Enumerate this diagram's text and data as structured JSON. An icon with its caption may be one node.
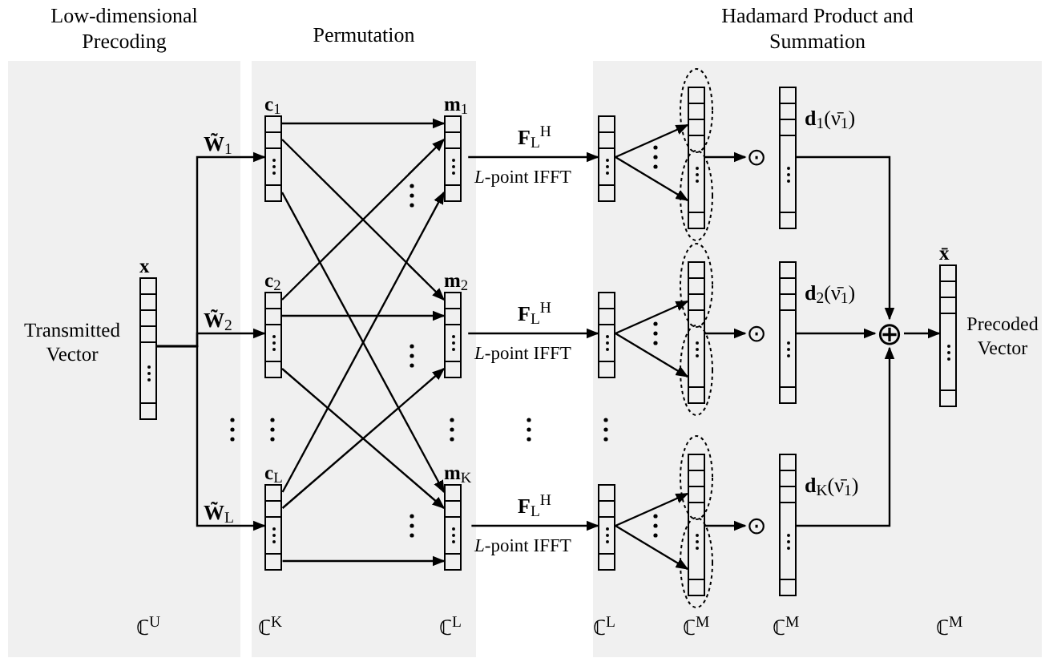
{
  "diagram": {
    "nodes": [
      {
        "text": [
          "Low-dimensional Precoding"
        ]
      },
      {
        "text": [
          "x"
        ],
        "in": 0,
        "beside": [
          "Transmitted Vector"
        ]
      },
      {
        "text": [
          "Permutation"
        ]
      },
      {
        "text": [
          "**c**$_{1}$"
        ],
        "in": 2
      },
      {
        "text": [
          "**c**$_{2}$"
        ],
        "in": 2
      },
      {
        "text": [
          "**c**$_{L}$"
        ],
        "in": 2
      },
      {
        "text": [
          "**m**$_{1}$"
        ],
        "in": 2
      },
      {
        "text": [
          "**m**$_{2}$"
        ],
        "in": 2
      },
      {
        "text": [
          "**m**$_{K}$"
        ],
        "in": 2
      },
      {
        "text": [
          "Hadamard Product and Summation"
        ]
      },
      {
        "text": [],
        "shape": "box",
        "in": 9
      },
      {
        "text": [],
        "shape": "box",
        "in": 9
      },
      {
        "text": [],
        "shape": "box",
        "in": 9
      },
      {
        "text": [],
        "shape": "box",
        "in": 9
      },
      {
        "text": [],
        "shape": "box",
        "in": 9
      },
      {
        "text": [],
        "shape": "box",
        "in": 9
      },
      {
        "text": [
          "⊙"
        ],
        "in": 9
      },
      {
        "text": [
          "⊙"
        ],
        "in": 9
      },
      {
        "text": [
          "⊙"
        ],
        "in": 9
      },
      {
        "text": [],
        "shape": "box",
        "in": 9,
        "beside": [
          "**d**$_{1}$(ν̄$_{1}$)"
        ]
      },
      {
        "text": [],
        "shape": "box",
        "in": 9,
        "beside": [
          "**d**$_{2}$(ν̄$_{1}$)"
        ]
      },
      {
        "text": [],
        "shape": "box",
        "in": 9,
        "beside": [
          "**d**$_{K}$(ν̄$_{1}$)"
        ]
      },
      {
        "text": [
          "⊕"
        ],
        "in": 9
      },
      {
        "text": [
          "x̄"
        ],
        "in": 9,
        "beside": [
          "Precoded Vector"
        ]
      }
    ],
    "edges": [
      {
        "from": 1,
        "to": 3,
        "arrow": "to",
        "label": "**W̃**$_{1}$"
      },
      {
        "from": 1,
        "to": 4,
        "arrow": "to",
        "label": "**W̃**$_{2}$"
      },
      {
        "from": 1,
        "to": 5,
        "arrow": "to",
        "label": "**W̃**$_{L}$"
      },
      {
        "from": 3,
        "to": 6,
        "arrow": "to"
      },
      {
        "from": 3,
        "to": 7,
        "arrow": "to"
      },
      {
        "from": 3,
        "to": 8,
        "arrow": "to"
      },
      {
        "from": 4,
        "to": 6,
        "arrow": "to"
      },
      {
        "from": 4,
        "to": 7,
        "arrow": "to"
      },
      {
        "from": 4,
        "to": 8,
        "arrow": "to"
      },
      {
        "from": 5,
        "to": 6,
        "arrow": "to"
      },
      {
        "from": 5,
        "to": 7,
        "arrow": "to"
      },
      {
        "from": 5,
        "to": 8,
        "arrow": "to"
      },
      {
        "from": 6,
        "to": 10,
        "arrow": "to",
        "label": "**F**$_{L}$$^{H}$"
      },
      {
        "from": 7,
        "to": 11,
        "arrow": "to",
        "label": "**F**$_{L}$$^{H}$"
      },
      {
        "from": 8,
        "to": 12,
        "arrow": "to",
        "label": "**F**$_{L}$$^{H}$"
      },
      {
        "from": 10,
        "to": 13,
        "arrow": "to"
      },
      {
        "from": 10,
        "to": 13,
        "arrow": "to"
      },
      {
        "from": 11,
        "to": 14,
        "arrow": "to"
      },
      {
        "from": 11,
        "to": 14,
        "arrow": "to"
      },
      {
        "from": 12,
        "to": 15,
        "arrow": "to"
      },
      {
        "from": 12,
        "to": 15,
        "arrow": "to"
      },
      {
        "from": 13,
        "to": 16,
        "arrow": "to"
      },
      {
        "from": 14,
        "to": 17,
        "arrow": "to"
      },
      {
        "from": 15,
        "to": 18,
        "arrow": "to"
      },
      {
        "from": 19,
        "to": 22,
        "arrow": "to"
      },
      {
        "from": 20,
        "to": 22,
        "arrow": "to"
      },
      {
        "from": 21,
        "to": 22,
        "arrow": "to"
      },
      {
        "from": 22,
        "to": 23,
        "arrow": "to"
      }
    ],
    "labels": [
      "*L*-point IFFT",
      "*L*-point IFFT",
      "*L*-point IFFT",
      "ℂ$^{U}$",
      "ℂ$^{K}$",
      "ℂ$^{L}$",
      "ℂ$^{L}$",
      "ℂ$^{M}$",
      "ℂ$^{M}$",
      "ℂ$^{M}$"
    ]
  }
}
